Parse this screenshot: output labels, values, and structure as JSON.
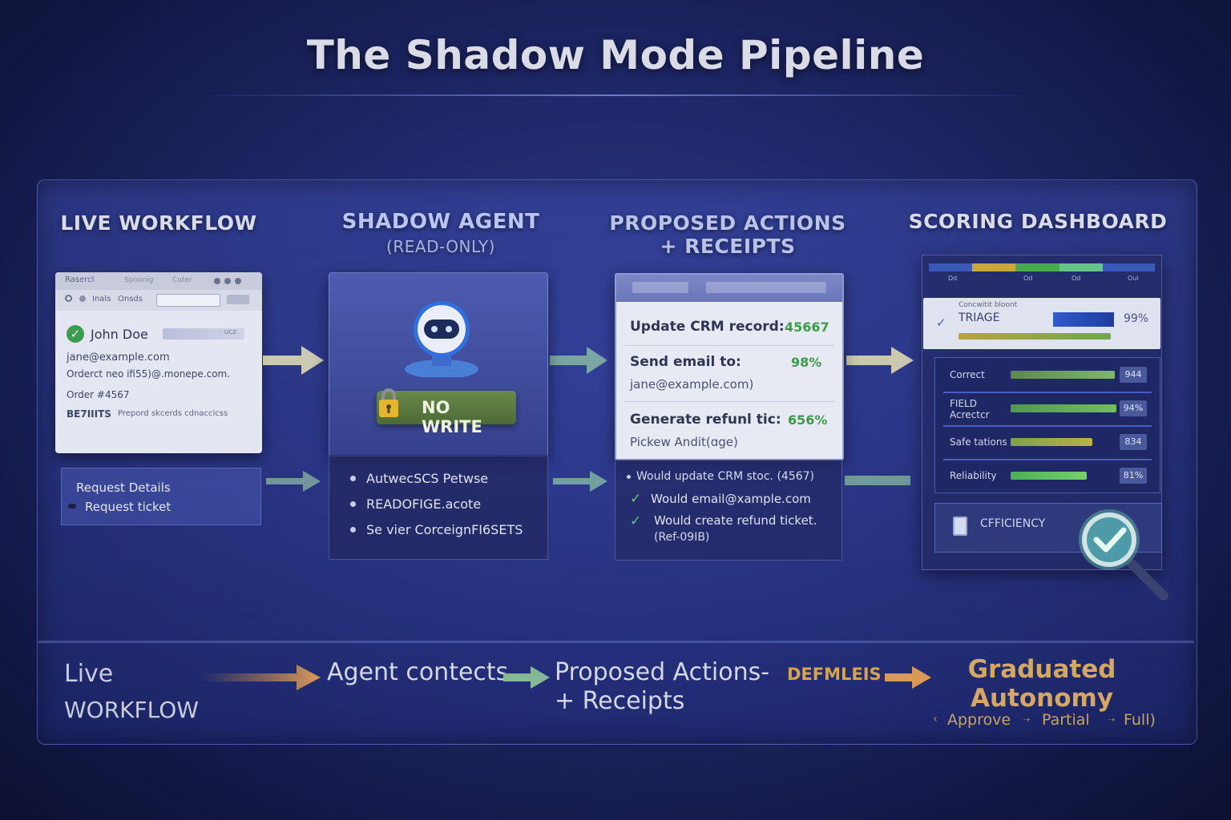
{
  "title": "The Shadow Mode Pipeline",
  "columns": {
    "live": "LIVE WORKFLOW",
    "shadow": "SHADOW AGENT",
    "shadow_sub": "(READ-ONLY)",
    "proposed_1": "PROPOSED ACTIONS",
    "proposed_2": "+ RECEIPTS",
    "scoring": "SCORING DASHBOARD"
  },
  "live_workflow": {
    "titlebar": "Rasercl",
    "titlebar_2": "Spoonig",
    "titlebar_3": "Cuter",
    "toolbar_1": "Inals",
    "toolbar_2": "Onsds",
    "name": "John Doe",
    "name_tag": "ucz",
    "email": "jane@example.com",
    "order_line": "Orderct neo ifi55)@.monepe.com.",
    "order_num": "Order #4567",
    "details_label": "BE7IIITS",
    "details_text": "Prepord skcerds cdnaccicss",
    "side_title": "Request Details",
    "side_item": "Request ticket"
  },
  "shadow_agent": {
    "badge": "NO WRITE",
    "items": [
      "AutwecSCS Petwse",
      "READOFIGE.acote",
      "Se vier CorceignFI6SETS"
    ]
  },
  "proposed": {
    "rows": [
      {
        "label": "Update CRM record:",
        "value": "45667",
        "sub": ""
      },
      {
        "label": "Send email to:",
        "value": "98%",
        "sub": "jane@example.com)"
      },
      {
        "label": "Generate refunl tic:",
        "value": "656%",
        "sub": "Pickew Andit(ɑge)"
      }
    ],
    "list": [
      "Would update CRM stoc. (4567)",
      "Would email@xample.com",
      "Would create refund ticket.",
      "(Ref-09IB)"
    ]
  },
  "scoring": {
    "top_labels": [
      "Dd",
      "Od",
      "Od",
      "Oul"
    ],
    "triage_small": "Concwitit bloont",
    "triage": "TRIAGE",
    "triage_value": "99%",
    "metrics": [
      {
        "label": "Correct",
        "label_2": "",
        "value": "944",
        "level": 0.93
      },
      {
        "label": "FIELD",
        "label_2": "Acrectcr",
        "value": "94%",
        "level": 0.94
      },
      {
        "label": "Safe tations",
        "label_2": "",
        "value": "834",
        "level": 0.73
      },
      {
        "label": "Reliability",
        "label_2": "",
        "value": "81%",
        "level": 0.68
      }
    ],
    "efficiency": "CFFICIENCY"
  },
  "bottom": {
    "live_1": "Live",
    "live_2": "WORKFLOW",
    "agent": "Agent contects",
    "proposed_1": "Proposed Actions-",
    "defaults": "DEFMLEIS",
    "proposed_2": "+ Receipts",
    "ga_1": "Graduated",
    "ga_2": "Autonomy",
    "ga_approve": "Approve",
    "ga_partial": "Partial",
    "ga_full": "Full)"
  }
}
